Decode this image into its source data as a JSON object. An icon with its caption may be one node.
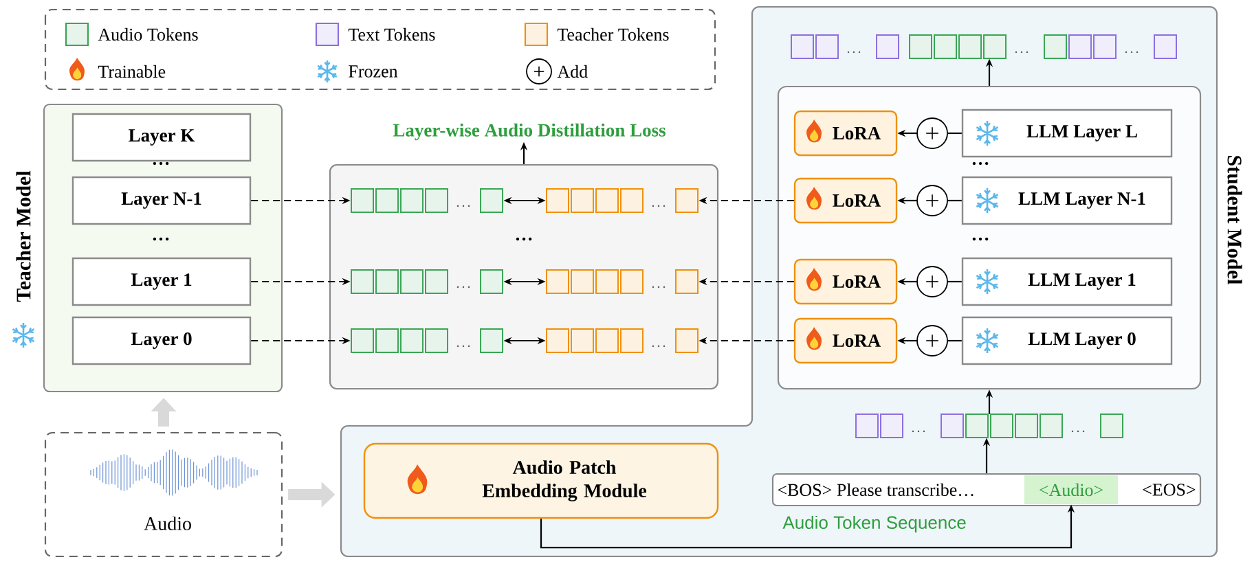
{
  "diagram": {
    "nodes": [
      {
        "text": [
          "Teacher Model"
        ]
      },
      {
        "text": [
          "Layer K"
        ],
        "in": 0
      },
      {
        "text": [
          "Layer N-1"
        ],
        "in": 0
      },
      {
        "text": [
          "Layer 1"
        ],
        "in": 0
      },
      {
        "text": [
          "Layer 0"
        ],
        "in": 0
      },
      {
        "text": [
          "Layer-wise Audio Distillation Loss"
        ]
      },
      {
        "text": [],
        "shape": "box"
      },
      {
        "text": [],
        "shape": "box",
        "in": 6
      },
      {
        "text": [],
        "shape": "box",
        "in": 6
      },
      {
        "text": [],
        "shape": "box",
        "in": 6
      },
      {
        "text": [],
        "shape": "box",
        "in": 6
      },
      {
        "text": [],
        "shape": "box",
        "in": 6
      },
      {
        "text": [],
        "shape": "box",
        "in": 6
      },
      {
        "text": [
          "Student Model"
        ]
      },
      {
        "text": [],
        "shape": "box",
        "in": 13
      },
      {
        "text": [],
        "shape": "box",
        "in": 13
      },
      {
        "text": [
          "LoRA"
        ],
        "in": 15
      },
      {
        "text": [],
        "shape": "circle",
        "in": 15
      },
      {
        "text": [
          "LLM Layer L"
        ],
        "in": 15
      },
      {
        "text": [
          "LoRA"
        ],
        "in": 15
      },
      {
        "text": [],
        "shape": "circle",
        "in": 15
      },
      {
        "text": [
          "LLM Layer N-1"
        ],
        "in": 15
      },
      {
        "text": [
          "LoRA"
        ],
        "in": 15
      },
      {
        "text": [],
        "shape": "circle",
        "in": 15
      },
      {
        "text": [
          "LLM Layer 1"
        ],
        "in": 15
      },
      {
        "text": [
          "LoRA"
        ],
        "in": 15
      },
      {
        "text": [],
        "shape": "circle",
        "in": 15
      },
      {
        "text": [
          "LLM Layer 0"
        ],
        "in": 15
      },
      {
        "text": [],
        "shape": "box",
        "in": 13
      },
      {
        "text": [
          "Audio Patch Embedding Module"
        ],
        "in": 13
      },
      {
        "text": [
          "<BOS> Please transcribe…",
          "<EOS>"
        ],
        "beside": [
          "Audio Token Sequence"
        ],
        "in": 13
      },
      {
        "text": [
          "<Audio>"
        ],
        "in": 30
      },
      {
        "text": [
          "Audio"
        ]
      }
    ],
    "edges": [
      {
        "from": 2,
        "to": 7,
        "arrow": "to",
        "style": "dashed"
      },
      {
        "from": 3,
        "to": 9,
        "arrow": "to",
        "style": "dashed"
      },
      {
        "from": 4,
        "to": 11,
        "arrow": "to",
        "style": "dashed"
      },
      {
        "from": 7,
        "to": 8,
        "arrow": "both"
      },
      {
        "from": 9,
        "to": 10,
        "arrow": "both"
      },
      {
        "from": 11,
        "to": 12,
        "arrow": "both"
      },
      {
        "from": 6,
        "to": 5,
        "arrow": "to"
      },
      {
        "from": 19,
        "to": 8,
        "arrow": "to",
        "style": "dashed"
      },
      {
        "from": 22,
        "to": 10,
        "arrow": "to",
        "style": "dashed"
      },
      {
        "from": 25,
        "to": 12,
        "arrow": "to",
        "style": "dashed"
      },
      {
        "from": 18,
        "to": 17,
        "arrow": "none"
      },
      {
        "from": 17,
        "to": 16,
        "arrow": "to"
      },
      {
        "from": 21,
        "to": 20,
        "arrow": "none"
      },
      {
        "from": 20,
        "to": 19,
        "arrow": "to"
      },
      {
        "from": 24,
        "to": 23,
        "arrow": "none"
      },
      {
        "from": 23,
        "to": 22,
        "arrow": "to"
      },
      {
        "from": 27,
        "to": 26,
        "arrow": "none"
      },
      {
        "from": 26,
        "to": 25,
        "arrow": "to"
      },
      {
        "from": 15,
        "to": 14,
        "arrow": "to"
      },
      {
        "from": 28,
        "to": 15,
        "arrow": "to"
      },
      {
        "from": 30,
        "to": 28,
        "arrow": "to"
      },
      {
        "from": 29,
        "to": 31,
        "arrow": "to"
      },
      {
        "from": 32,
        "to": 0,
        "arrow": "to",
        "style": "thick",
        "color": "#d9d9d9"
      },
      {
        "from": 32,
        "to": 13,
        "arrow": "to",
        "style": "thick",
        "color": "#d9d9d9"
      }
    ],
    "labels": [
      "…",
      "…",
      "…",
      "…",
      "…"
    ],
    "legend": [
      {
        "text": "Audio Tokens",
        "color": "#3aa655"
      },
      {
        "text": "Text Tokens",
        "color": "#8c6fe0"
      },
      {
        "text": "Teacher Tokens",
        "color": "#f0900a"
      },
      {
        "text": "Trainable"
      },
      {
        "text": "Frozen"
      },
      {
        "text": "Add"
      }
    ]
  }
}
